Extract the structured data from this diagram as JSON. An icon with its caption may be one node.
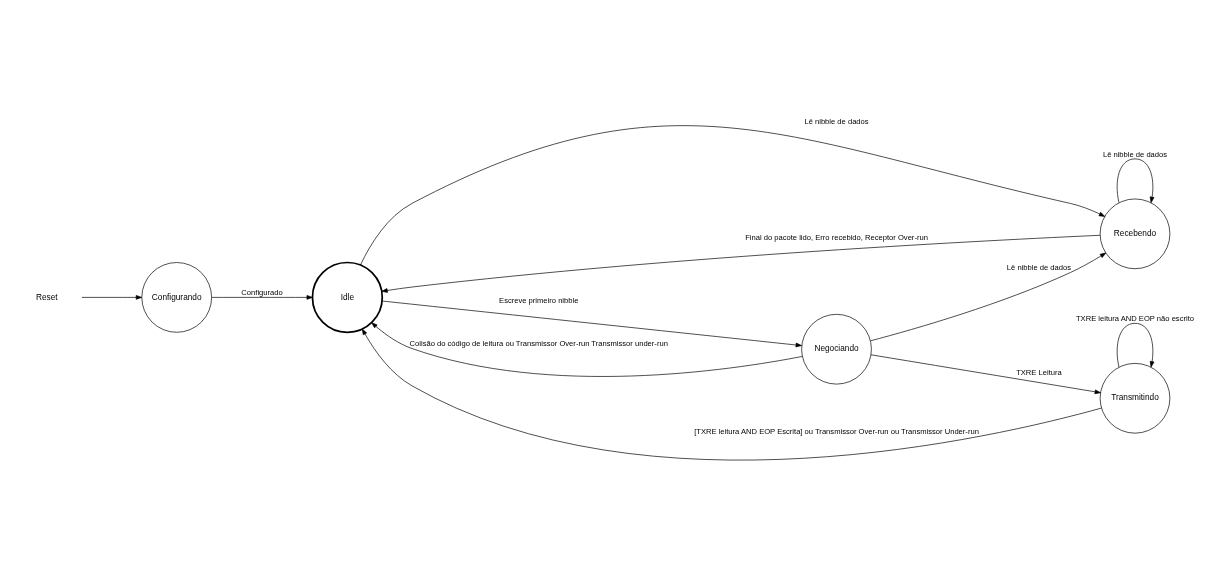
{
  "diagram": {
    "nodes": [
      {
        "text": [
          "Reset"
        ]
      },
      {
        "text": [
          "Configurando"
        ]
      },
      {
        "text": [
          "Idle"
        ]
      },
      {
        "text": [
          "Recebendo"
        ]
      },
      {
        "text": [
          "Transmitindo"
        ]
      },
      {
        "text": [
          "Negociando"
        ]
      }
    ],
    "edges": [
      {
        "from": 0,
        "to": 1,
        "arrow": "to"
      },
      {
        "from": 1,
        "to": 2,
        "arrow": "to",
        "label": "Configurado"
      },
      {
        "from": 2,
        "to": 3,
        "arrow": "to",
        "label": "Lê nibble de dados"
      },
      {
        "from": 3,
        "to": 3,
        "arrow": "to",
        "label": "Lê nibble de dados"
      },
      {
        "from": 3,
        "to": 2,
        "arrow": "to",
        "label": "Final do pacote lido, Erro recebido, Receptor Over-run"
      },
      {
        "from": 4,
        "to": 2,
        "arrow": "to",
        "label": "[TXRE leitura AND EOP Escrita] ou Transmissor Over-run ou Transmissor Under-run"
      },
      {
        "from": 4,
        "to": 4,
        "arrow": "to",
        "label": "TXRE leitura AND EOP não escrito"
      },
      {
        "from": 2,
        "to": 5,
        "arrow": "to",
        "label": "Escreve primeiro nibble"
      },
      {
        "from": 5,
        "to": 2,
        "arrow": "to",
        "label": "Colisão do código de leitura ou Transmissor Over-run Transmissor under-run"
      },
      {
        "from": 5,
        "to": 3,
        "arrow": "to",
        "label": "Lê nibble de dados"
      },
      {
        "from": 5,
        "to": 4,
        "arrow": "to",
        "label": "TXRE Leitura"
      }
    ]
  }
}
